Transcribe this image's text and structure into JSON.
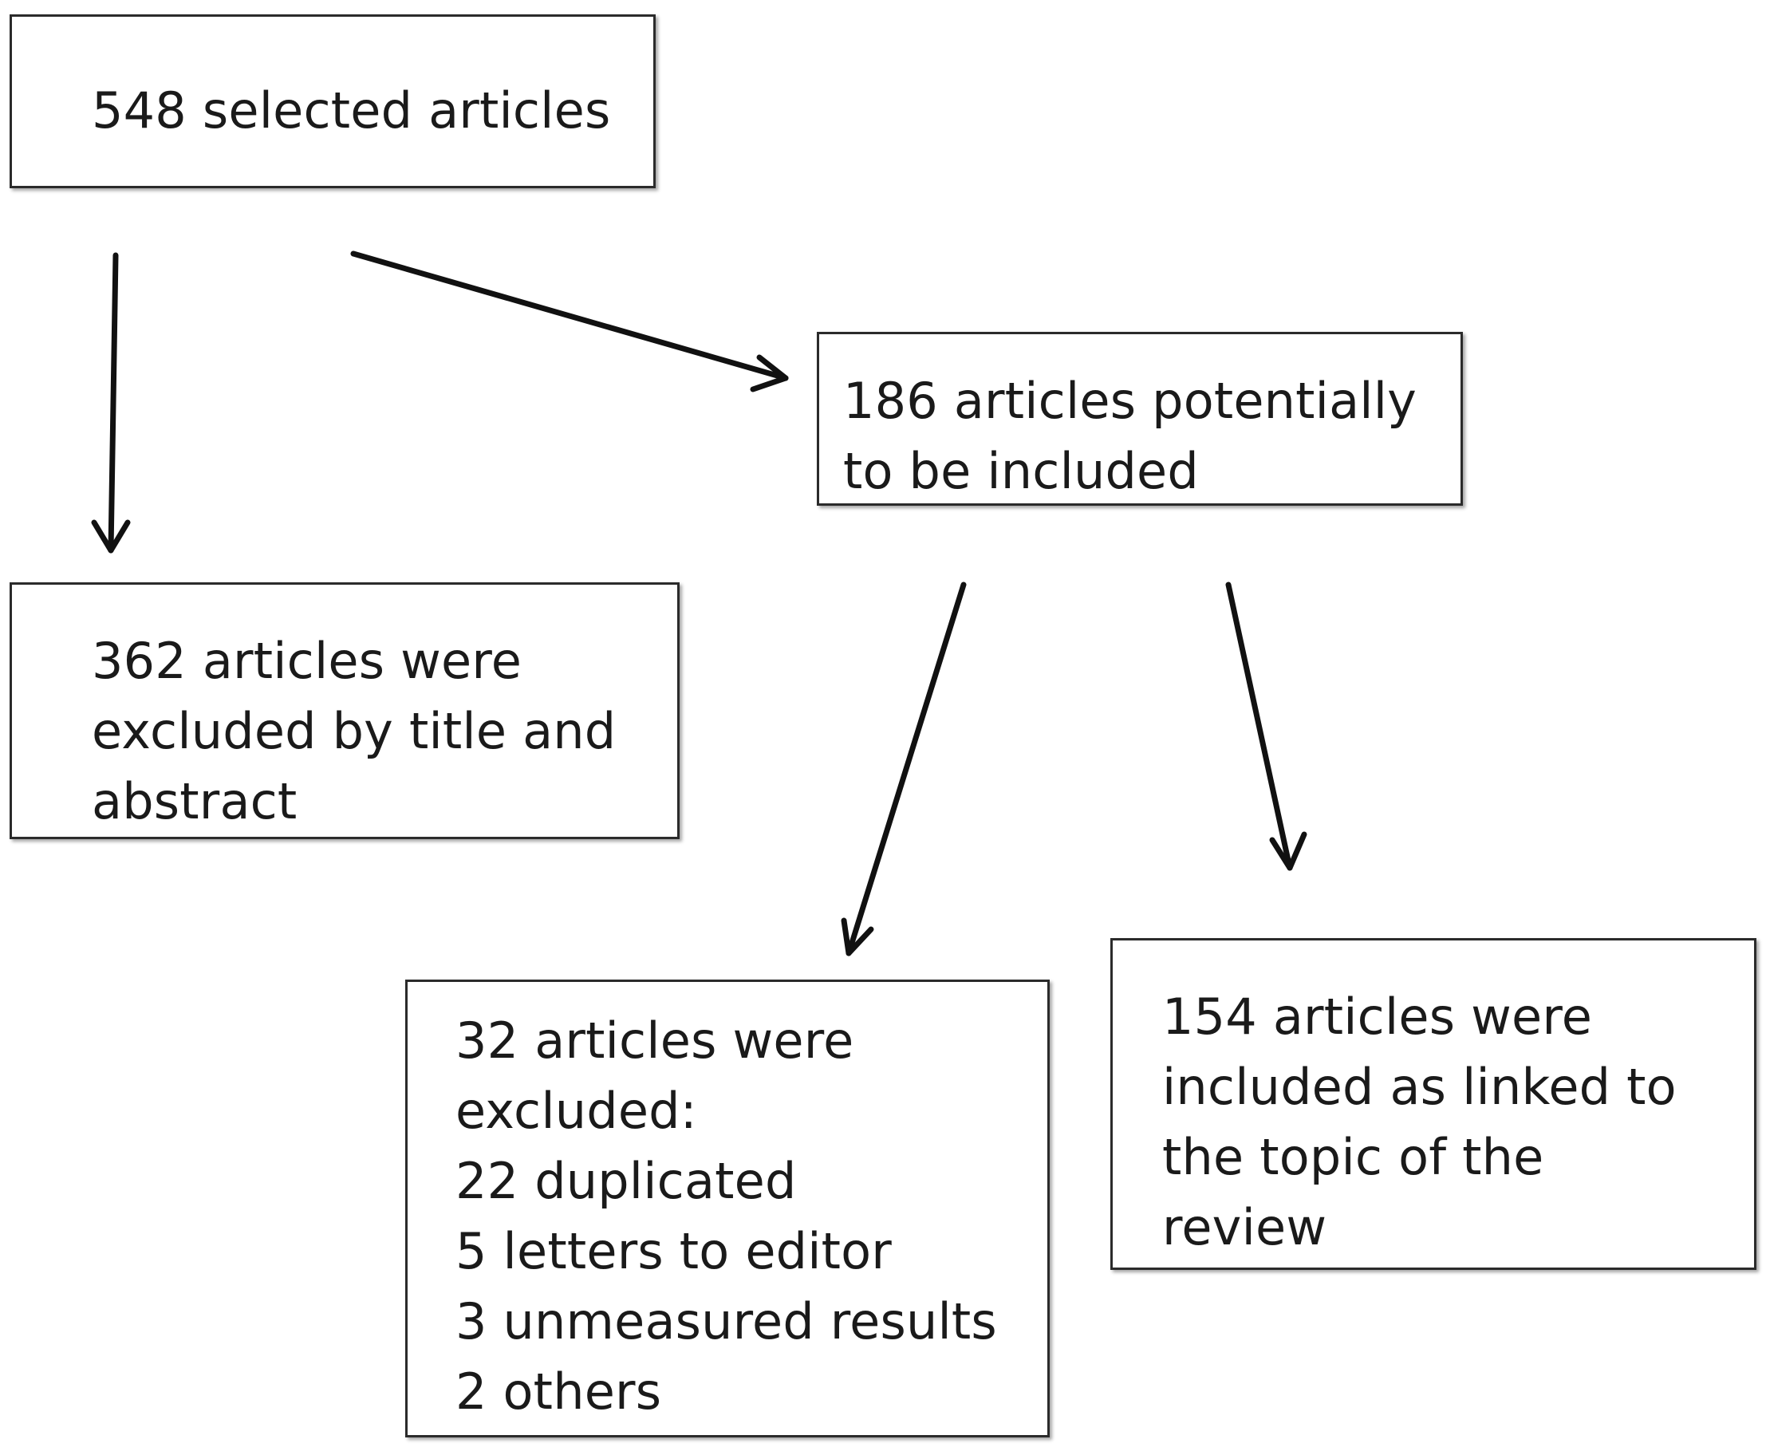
{
  "nodes": {
    "selected": {
      "lines": [
        "548 selected articles"
      ]
    },
    "potential": {
      "lines": [
        "186 articles potentially",
        "to be included"
      ]
    },
    "excluded_title": {
      "lines": [
        "362 articles were",
        "excluded by title and",
        "abstract"
      ]
    },
    "excluded_32": {
      "lines": [
        "32 articles were",
        "excluded:",
        "22 duplicated",
        "5 letters to editor",
        "3 unmeasured results",
        "2 others"
      ]
    },
    "included_154": {
      "lines": [
        "154 articles were",
        "included as linked to",
        "the topic of the",
        "review"
      ]
    }
  },
  "edges": [
    {
      "from": "selected",
      "to": "excluded_title"
    },
    {
      "from": "selected",
      "to": "potential"
    },
    {
      "from": "potential",
      "to": "excluded_32"
    },
    {
      "from": "potential",
      "to": "included_154"
    }
  ],
  "colors": {
    "border": "#2b2b2b",
    "text": "#1a1a1a",
    "arrow": "#111111",
    "background": "#ffffff"
  }
}
